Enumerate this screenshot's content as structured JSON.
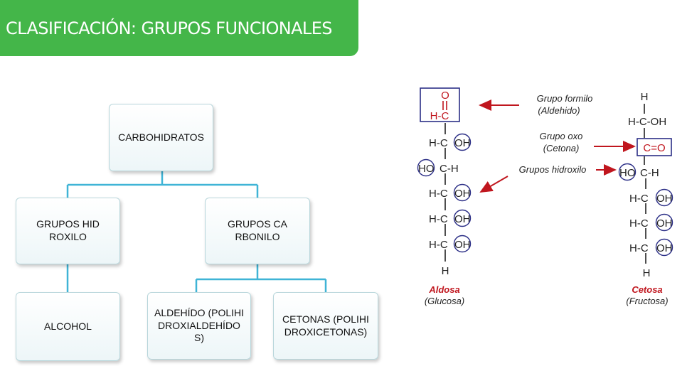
{
  "slide": {
    "title": "CLASIFICACIÓN: GRUPOS FUNCIONALES"
  },
  "org_chart": {
    "root": "CARBOHIDRATOS",
    "hydroxyl": "GRUPOS HIDROXILO",
    "carbonyl": "GRUPOS CARBONILO",
    "alcohol": "ALCOHOL",
    "aldehyde": "ALDEHÍDO (POLIHIDROXIALDEHÍDOS)",
    "ketone": "CETONAS (POLIHIDROXICETONAS)"
  },
  "figure": {
    "label_formyl": "Grupo formilo",
    "label_formyl_sub": "(Aldehido)",
    "label_oxo": "Grupo oxo",
    "label_oxo_sub": "(Cetona)",
    "label_hydroxyl": "Grupos hidroxilo",
    "aldose_name": "Aldosa",
    "aldose_example": "(Glucosa)",
    "ketose_name": "Cetosa",
    "ketose_example": "(Fructosa)",
    "atom_o": "O",
    "atom_h": "H",
    "atom_c": "C",
    "group_hc": "H-C",
    "group_oh": "OH",
    "group_ho": "HO",
    "group_ch": "C-H",
    "group_hcoh": "H-C-OH",
    "group_co": "C=O",
    "colors": {
      "accent_red": "#c0161e",
      "circle_blue": "#2b2e86",
      "bond": "#222222"
    }
  }
}
